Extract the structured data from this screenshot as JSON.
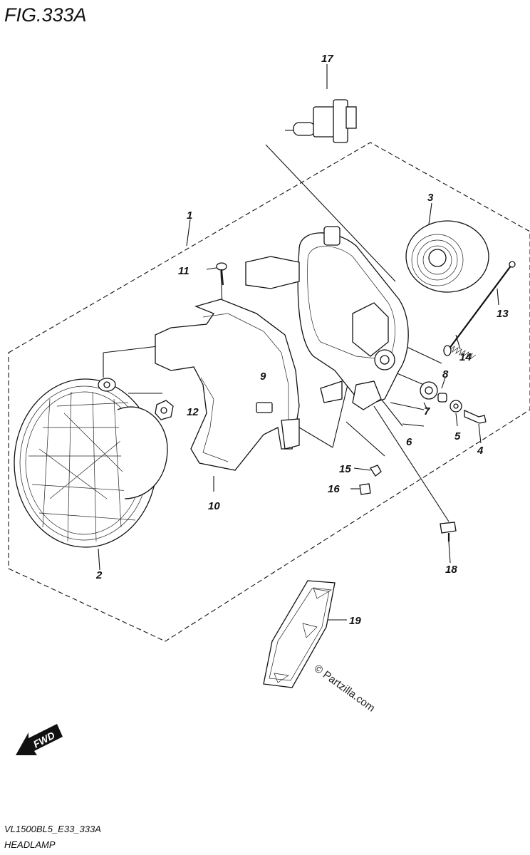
{
  "figure_title": "FIG.333A",
  "diagram_code": "VL1500BL5_E33_333A",
  "section_name": "HEADLAMP",
  "watermark": "© Partzilla.com",
  "fwd_label": "FWD",
  "callouts": [
    {
      "id": "1",
      "label": "1"
    },
    {
      "id": "2",
      "label": "2"
    },
    {
      "id": "3",
      "label": "3"
    },
    {
      "id": "4",
      "label": "4"
    },
    {
      "id": "5",
      "label": "5"
    },
    {
      "id": "6",
      "label": "6"
    },
    {
      "id": "7",
      "label": "7"
    },
    {
      "id": "8",
      "label": "8"
    },
    {
      "id": "9",
      "label": "9"
    },
    {
      "id": "10",
      "label": "10"
    },
    {
      "id": "11",
      "label": "11"
    },
    {
      "id": "12",
      "label": "12"
    },
    {
      "id": "13",
      "label": "13"
    },
    {
      "id": "14",
      "label": "14"
    },
    {
      "id": "15",
      "label": "15"
    },
    {
      "id": "16",
      "label": "16"
    },
    {
      "id": "17",
      "label": "17"
    },
    {
      "id": "18",
      "label": "18"
    },
    {
      "id": "19",
      "label": "19"
    }
  ]
}
